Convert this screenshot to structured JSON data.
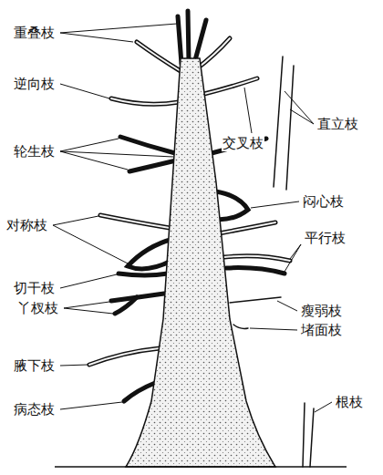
{
  "diagram": {
    "labels": [
      "重叠枝",
      "逆向枝",
      "交叉枝",
      "直立枝",
      "轮生枝",
      "闷心枝",
      "对称枝",
      "平行枝",
      "切干枝",
      "丫杈枝",
      "瘦弱枝",
      "堵面枝",
      "腋下枝",
      "病态枝",
      "根枝"
    ]
  }
}
